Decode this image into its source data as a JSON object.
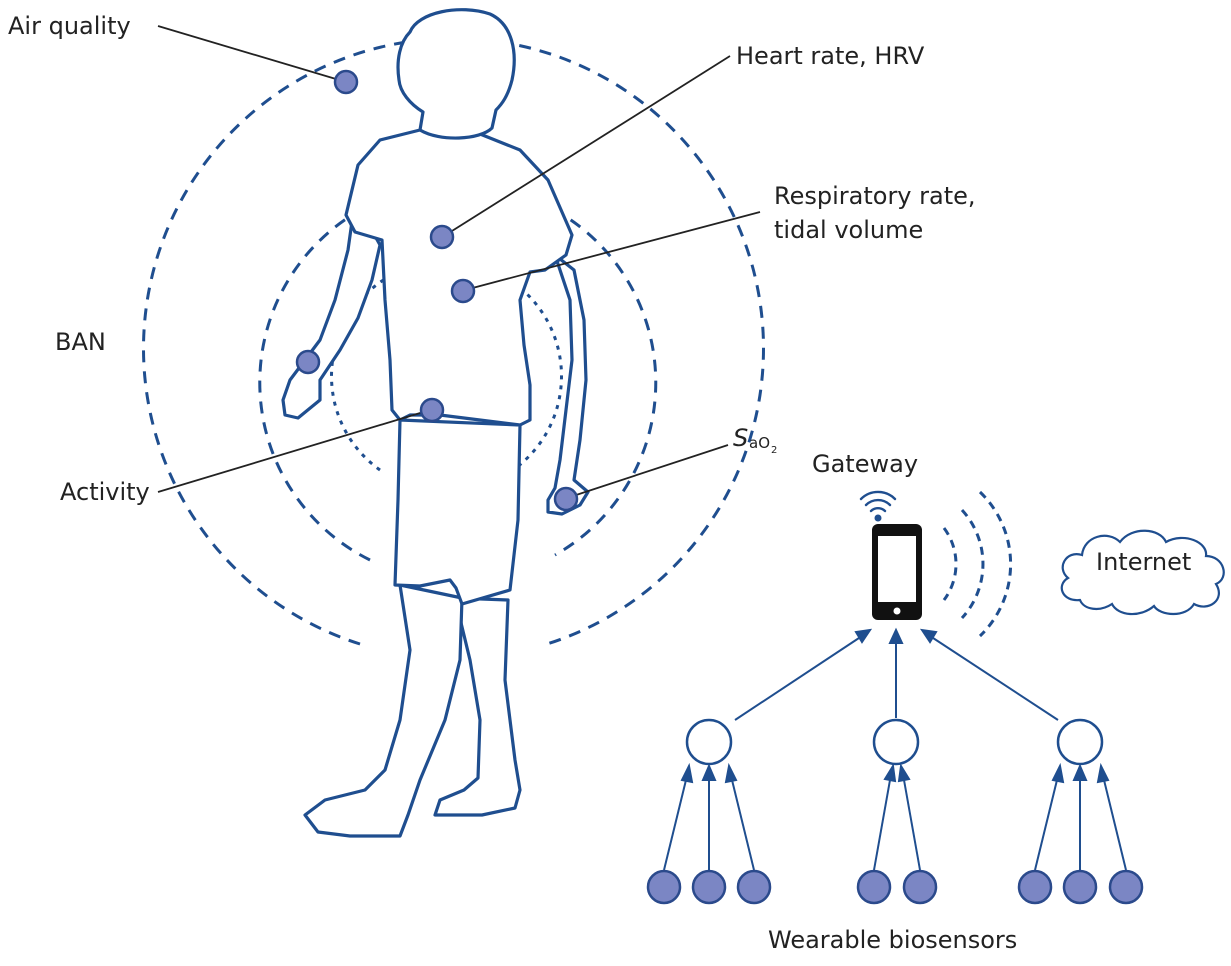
{
  "labels": {
    "air_quality": "Air quality",
    "heart_rate": "Heart rate, HRV",
    "respiratory_line1": "Respiratory rate,",
    "respiratory_line2": "tidal volume",
    "ban": "BAN",
    "activity": "Activity",
    "sao2_main": "S",
    "sao2_sub": "aO",
    "sao2_subsub": "2",
    "gateway": "Gateway",
    "internet": "Internet",
    "wearable": "Wearable biosensors"
  },
  "colors": {
    "outline": "#1f4e8f",
    "sensor_fill": "#7b86c4",
    "sensor_stroke": "#2b4a8c",
    "leader": "#222222",
    "phone": "#111111",
    "text": "#222222"
  },
  "icons": {
    "gateway": "smartphone-icon",
    "signal": "wifi-signal-icon",
    "cloud": "cloud-icon"
  }
}
